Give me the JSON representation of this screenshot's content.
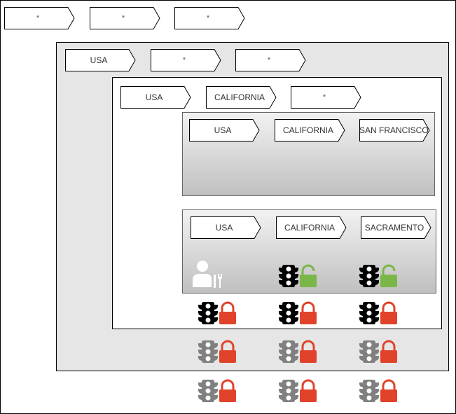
{
  "root": {
    "tags": [
      "*",
      "*",
      "*"
    ]
  },
  "level1": {
    "tags": [
      "USA",
      "*",
      "*"
    ]
  },
  "level2": {
    "tags": [
      "USA",
      "CALIFORNIA",
      "*"
    ]
  },
  "level3_sf": {
    "tags": [
      "USA",
      "CALIFORNIA",
      "SAN FRANCISCO"
    ]
  },
  "level3_sac": {
    "tags": [
      "USA",
      "CALIFORNIA",
      "SACRAMENTO"
    ],
    "icons": [
      "user-admin-icon",
      "traffic-light-unlocked",
      "traffic-light-unlocked"
    ]
  },
  "status_rows": [
    {
      "scope": "level2",
      "items": [
        {
          "light": "black",
          "lock": "locked"
        },
        {
          "light": "black",
          "lock": "locked"
        },
        {
          "light": "black",
          "lock": "locked"
        }
      ]
    },
    {
      "scope": "level1",
      "items": [
        {
          "light": "gray",
          "lock": "locked"
        },
        {
          "light": "gray",
          "lock": "locked"
        },
        {
          "light": "gray",
          "lock": "locked"
        }
      ]
    },
    {
      "scope": "root",
      "items": [
        {
          "light": "gray",
          "lock": "locked"
        },
        {
          "light": "gray",
          "lock": "locked"
        },
        {
          "light": "gray",
          "lock": "locked"
        }
      ]
    }
  ],
  "colors": {
    "locked": "#e0432a",
    "unlocked": "#7ab648",
    "light_active": "#000000",
    "light_inherited": "#808080",
    "user_icon": "#ffffff"
  }
}
